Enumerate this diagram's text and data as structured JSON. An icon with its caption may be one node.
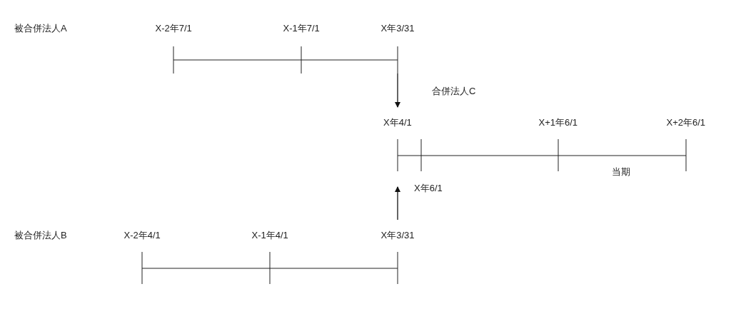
{
  "diagram": {
    "nodes": [
      {
        "text": [],
        "shape": "bar",
        "beside": [
          "X-2年7/1",
          "X-1年7/1",
          "X年3/31"
        ]
      },
      {
        "text": [],
        "shape": "bar",
        "beside": [
          "合併法人C",
          "X年4/1",
          "X+1年6/1",
          "X+2年6/1",
          "X年6/1",
          "当期"
        ]
      },
      {
        "text": [],
        "shape": "bar",
        "beside": [
          "X-2年4/1",
          "X-1年4/1",
          "X年3/31"
        ]
      }
    ],
    "labels": [
      "被合併法人A",
      "被合併法人B"
    ],
    "edges": [
      {
        "from": 0,
        "to": 1,
        "arrow": "to"
      },
      {
        "from": 2,
        "to": 1,
        "arrow": "to"
      }
    ]
  }
}
